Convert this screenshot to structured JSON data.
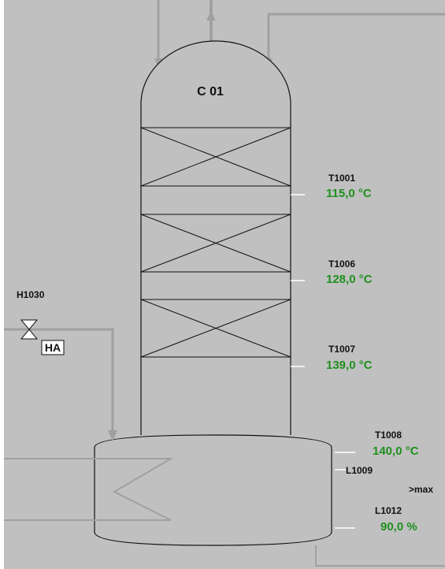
{
  "column": {
    "label": "C 01"
  },
  "sensors": {
    "t1001": {
      "tag": "T1001",
      "value": "115,0 °C"
    },
    "t1006": {
      "tag": "T1006",
      "value": "128,0 °C"
    },
    "t1007": {
      "tag": "T1007",
      "value": "139,0 °C"
    },
    "t1008": {
      "tag": "T1008",
      "value": "140,0 °C"
    },
    "l1009": {
      "tag": "L1009",
      "status": ">max"
    },
    "l1012": {
      "tag": "L1012",
      "value": "90,0 %"
    }
  },
  "valve": {
    "tag": "H1030",
    "mode": "HA"
  },
  "colors": {
    "background": "#c0c0c0",
    "pipe": "#a0a0a0",
    "value_green": "#1f8f1f",
    "outline": "#111111"
  }
}
